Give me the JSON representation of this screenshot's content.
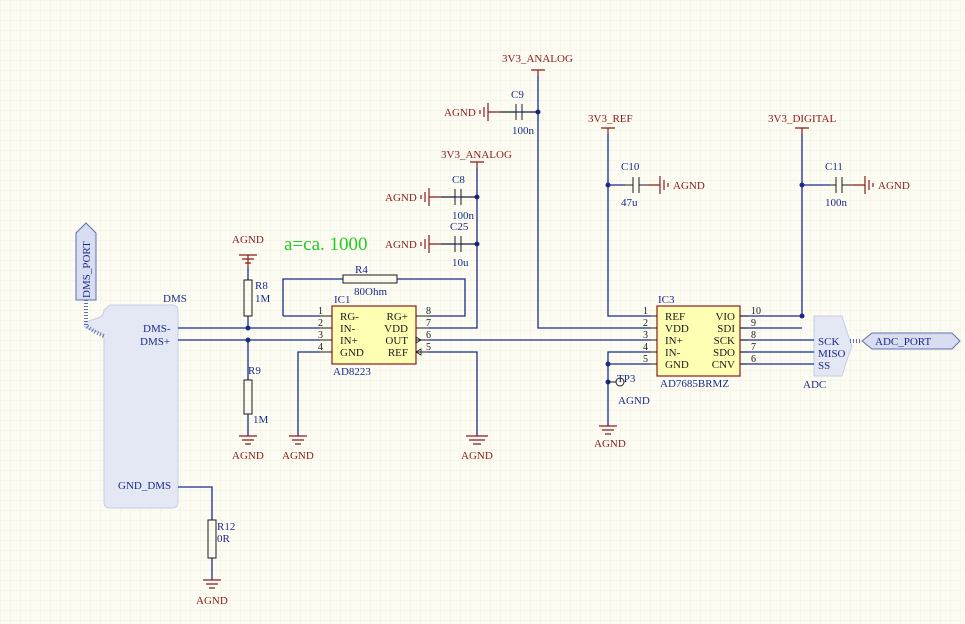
{
  "colors": {
    "background": "#fdfcf3",
    "wire": "#1a2a8c",
    "power": "#8b1a1a",
    "ic_fill": "#ffffb4",
    "note": "#22cc22",
    "harness": "#e4e8f4"
  },
  "net_labels": {
    "v3_analog_top": "3V3_ANALOG",
    "v3_analog_mid": "3V3_ANALOG",
    "v3_ref": "3V3_REF",
    "v3_digital": "3V3_DIGITAL",
    "agnd": "AGND",
    "dms": "DMS",
    "dms_minus": "DMS-",
    "dms_plus": "DMS+",
    "gnd_dms": "GND_DMS",
    "dms_port": "DMS_PORT",
    "adc": "ADC",
    "adc_port": "ADC_PORT",
    "sck": "SCK",
    "miso": "MISO",
    "ss": "SS"
  },
  "annotation": "a=ca. 1000",
  "components": {
    "c9": {
      "ref": "C9",
      "value": "100n"
    },
    "c8": {
      "ref": "C8",
      "value": "100n"
    },
    "c25": {
      "ref": "C25",
      "value": "10u"
    },
    "c10": {
      "ref": "C10",
      "value": "47u"
    },
    "c11": {
      "ref": "C11",
      "value": "100n"
    },
    "r4": {
      "ref": "R4",
      "value": "80Ohm"
    },
    "r8": {
      "ref": "R8",
      "value": "1M"
    },
    "r9": {
      "ref": "R9",
      "value": "1M"
    },
    "r12": {
      "ref": "R12",
      "value": "0R"
    },
    "tp3": {
      "ref": "TP3"
    }
  },
  "ic1": {
    "ref": "IC1",
    "part": "AD8223",
    "left_pins": [
      {
        "num": "1",
        "name": "RG-"
      },
      {
        "num": "2",
        "name": "IN-"
      },
      {
        "num": "3",
        "name": "IN+"
      },
      {
        "num": "4",
        "name": "GND"
      }
    ],
    "right_pins": [
      {
        "num": "8",
        "name": "RG+"
      },
      {
        "num": "7",
        "name": "VDD"
      },
      {
        "num": "6",
        "name": "OUT"
      },
      {
        "num": "5",
        "name": "REF"
      }
    ]
  },
  "ic3": {
    "ref": "IC3",
    "part": "AD7685BRMZ",
    "left_pins": [
      {
        "num": "1",
        "name": "REF"
      },
      {
        "num": "2",
        "name": "VDD"
      },
      {
        "num": "3",
        "name": "IN+"
      },
      {
        "num": "4",
        "name": "IN-"
      },
      {
        "num": "5",
        "name": "GND"
      }
    ],
    "right_pins": [
      {
        "num": "10",
        "name": "VIO"
      },
      {
        "num": "9",
        "name": "SDI"
      },
      {
        "num": "8",
        "name": "SCK"
      },
      {
        "num": "7",
        "name": "SDO"
      },
      {
        "num": "6",
        "name": "CNV"
      }
    ]
  }
}
